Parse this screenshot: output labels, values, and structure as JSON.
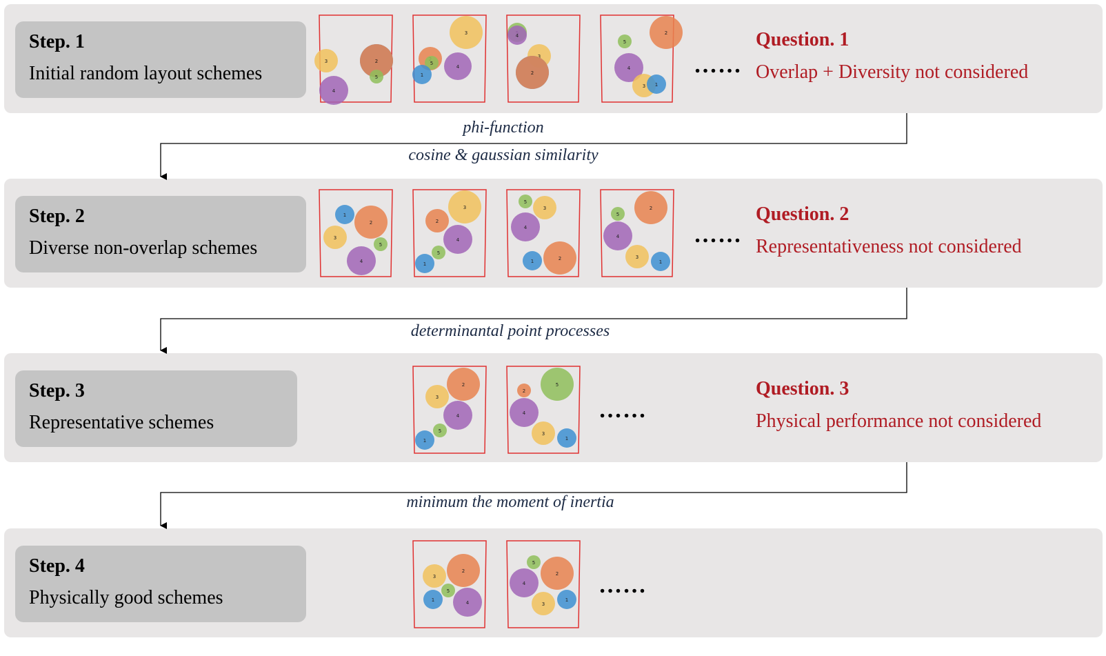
{
  "steps": [
    {
      "title": "Step. 1",
      "subtitle": "Initial random layout schemes",
      "question_title": "Question. 1",
      "question_desc": "Overlap + Diversity not considered",
      "ellipsis": "……"
    },
    {
      "title": "Step. 2",
      "subtitle": "Diverse non-overlap schemes",
      "question_title": "Question. 2",
      "question_desc": "Representativeness not considered",
      "ellipsis": "……"
    },
    {
      "title": "Step. 3",
      "subtitle": "Representative schemes",
      "question_title": "Question. 3",
      "question_desc": "Physical performance not considered",
      "ellipsis": "……"
    },
    {
      "title": "Step. 4",
      "subtitle": "Physically good schemes",
      "ellipsis": "……"
    }
  ],
  "transitions": [
    {
      "lines": [
        "phi-function",
        "cosine & gaussian similarity"
      ]
    },
    {
      "lines": [
        "determinantal point processes"
      ]
    },
    {
      "lines": [
        "minimum the moment of inertia"
      ]
    }
  ],
  "colors": {
    "band": "#e8e6e6",
    "label_box": "#c4c4c4",
    "question_text": "#b01c24",
    "method_text": "#1c2a44",
    "frame": "#e03030",
    "circle_1": "#3d8fd1",
    "circle_2": "#e8824f",
    "circle_3": "#f1c15c",
    "circle_4": "#a165b6",
    "circle_5": "#8fbe5a"
  },
  "schemes": [
    [
      [
        {
          "id": "3"
        },
        {
          "id": "1"
        },
        {
          "id": "2"
        },
        {
          "id": "5"
        },
        {
          "id": "4"
        }
      ],
      [
        {
          "id": "2"
        },
        {
          "id": "3"
        },
        {
          "id": "5"
        },
        {
          "id": "1"
        },
        {
          "id": "4"
        }
      ],
      [
        {
          "id": "5"
        },
        {
          "id": "4"
        },
        {
          "id": "3"
        },
        {
          "id": "1"
        },
        {
          "id": "2"
        }
      ],
      [
        {
          "id": "5"
        },
        {
          "id": "2"
        },
        {
          "id": "4"
        },
        {
          "id": "3"
        },
        {
          "id": "1"
        }
      ]
    ],
    [
      [
        {
          "id": "1"
        },
        {
          "id": "2"
        },
        {
          "id": "3"
        },
        {
          "id": "5"
        },
        {
          "id": "4"
        }
      ],
      [
        {
          "id": "2"
        },
        {
          "id": "3"
        },
        {
          "id": "4"
        },
        {
          "id": "5"
        },
        {
          "id": "1"
        }
      ],
      [
        {
          "id": "5"
        },
        {
          "id": "3"
        },
        {
          "id": "4"
        },
        {
          "id": "1"
        },
        {
          "id": "2"
        }
      ],
      [
        {
          "id": "5"
        },
        {
          "id": "2"
        },
        {
          "id": "4"
        },
        {
          "id": "3"
        },
        {
          "id": "1"
        }
      ]
    ],
    [
      [
        {
          "id": "2"
        },
        {
          "id": "3"
        },
        {
          "id": "4"
        },
        {
          "id": "5"
        },
        {
          "id": "1"
        }
      ],
      [
        {
          "id": "2"
        },
        {
          "id": "5"
        },
        {
          "id": "4"
        },
        {
          "id": "3"
        },
        {
          "id": "1"
        }
      ]
    ],
    [
      [
        {
          "id": "3"
        },
        {
          "id": "2"
        },
        {
          "id": "5"
        },
        {
          "id": "1"
        },
        {
          "id": "4"
        }
      ],
      [
        {
          "id": "5"
        },
        {
          "id": "2"
        },
        {
          "id": "4"
        },
        {
          "id": "3"
        },
        {
          "id": "1"
        }
      ]
    ]
  ]
}
